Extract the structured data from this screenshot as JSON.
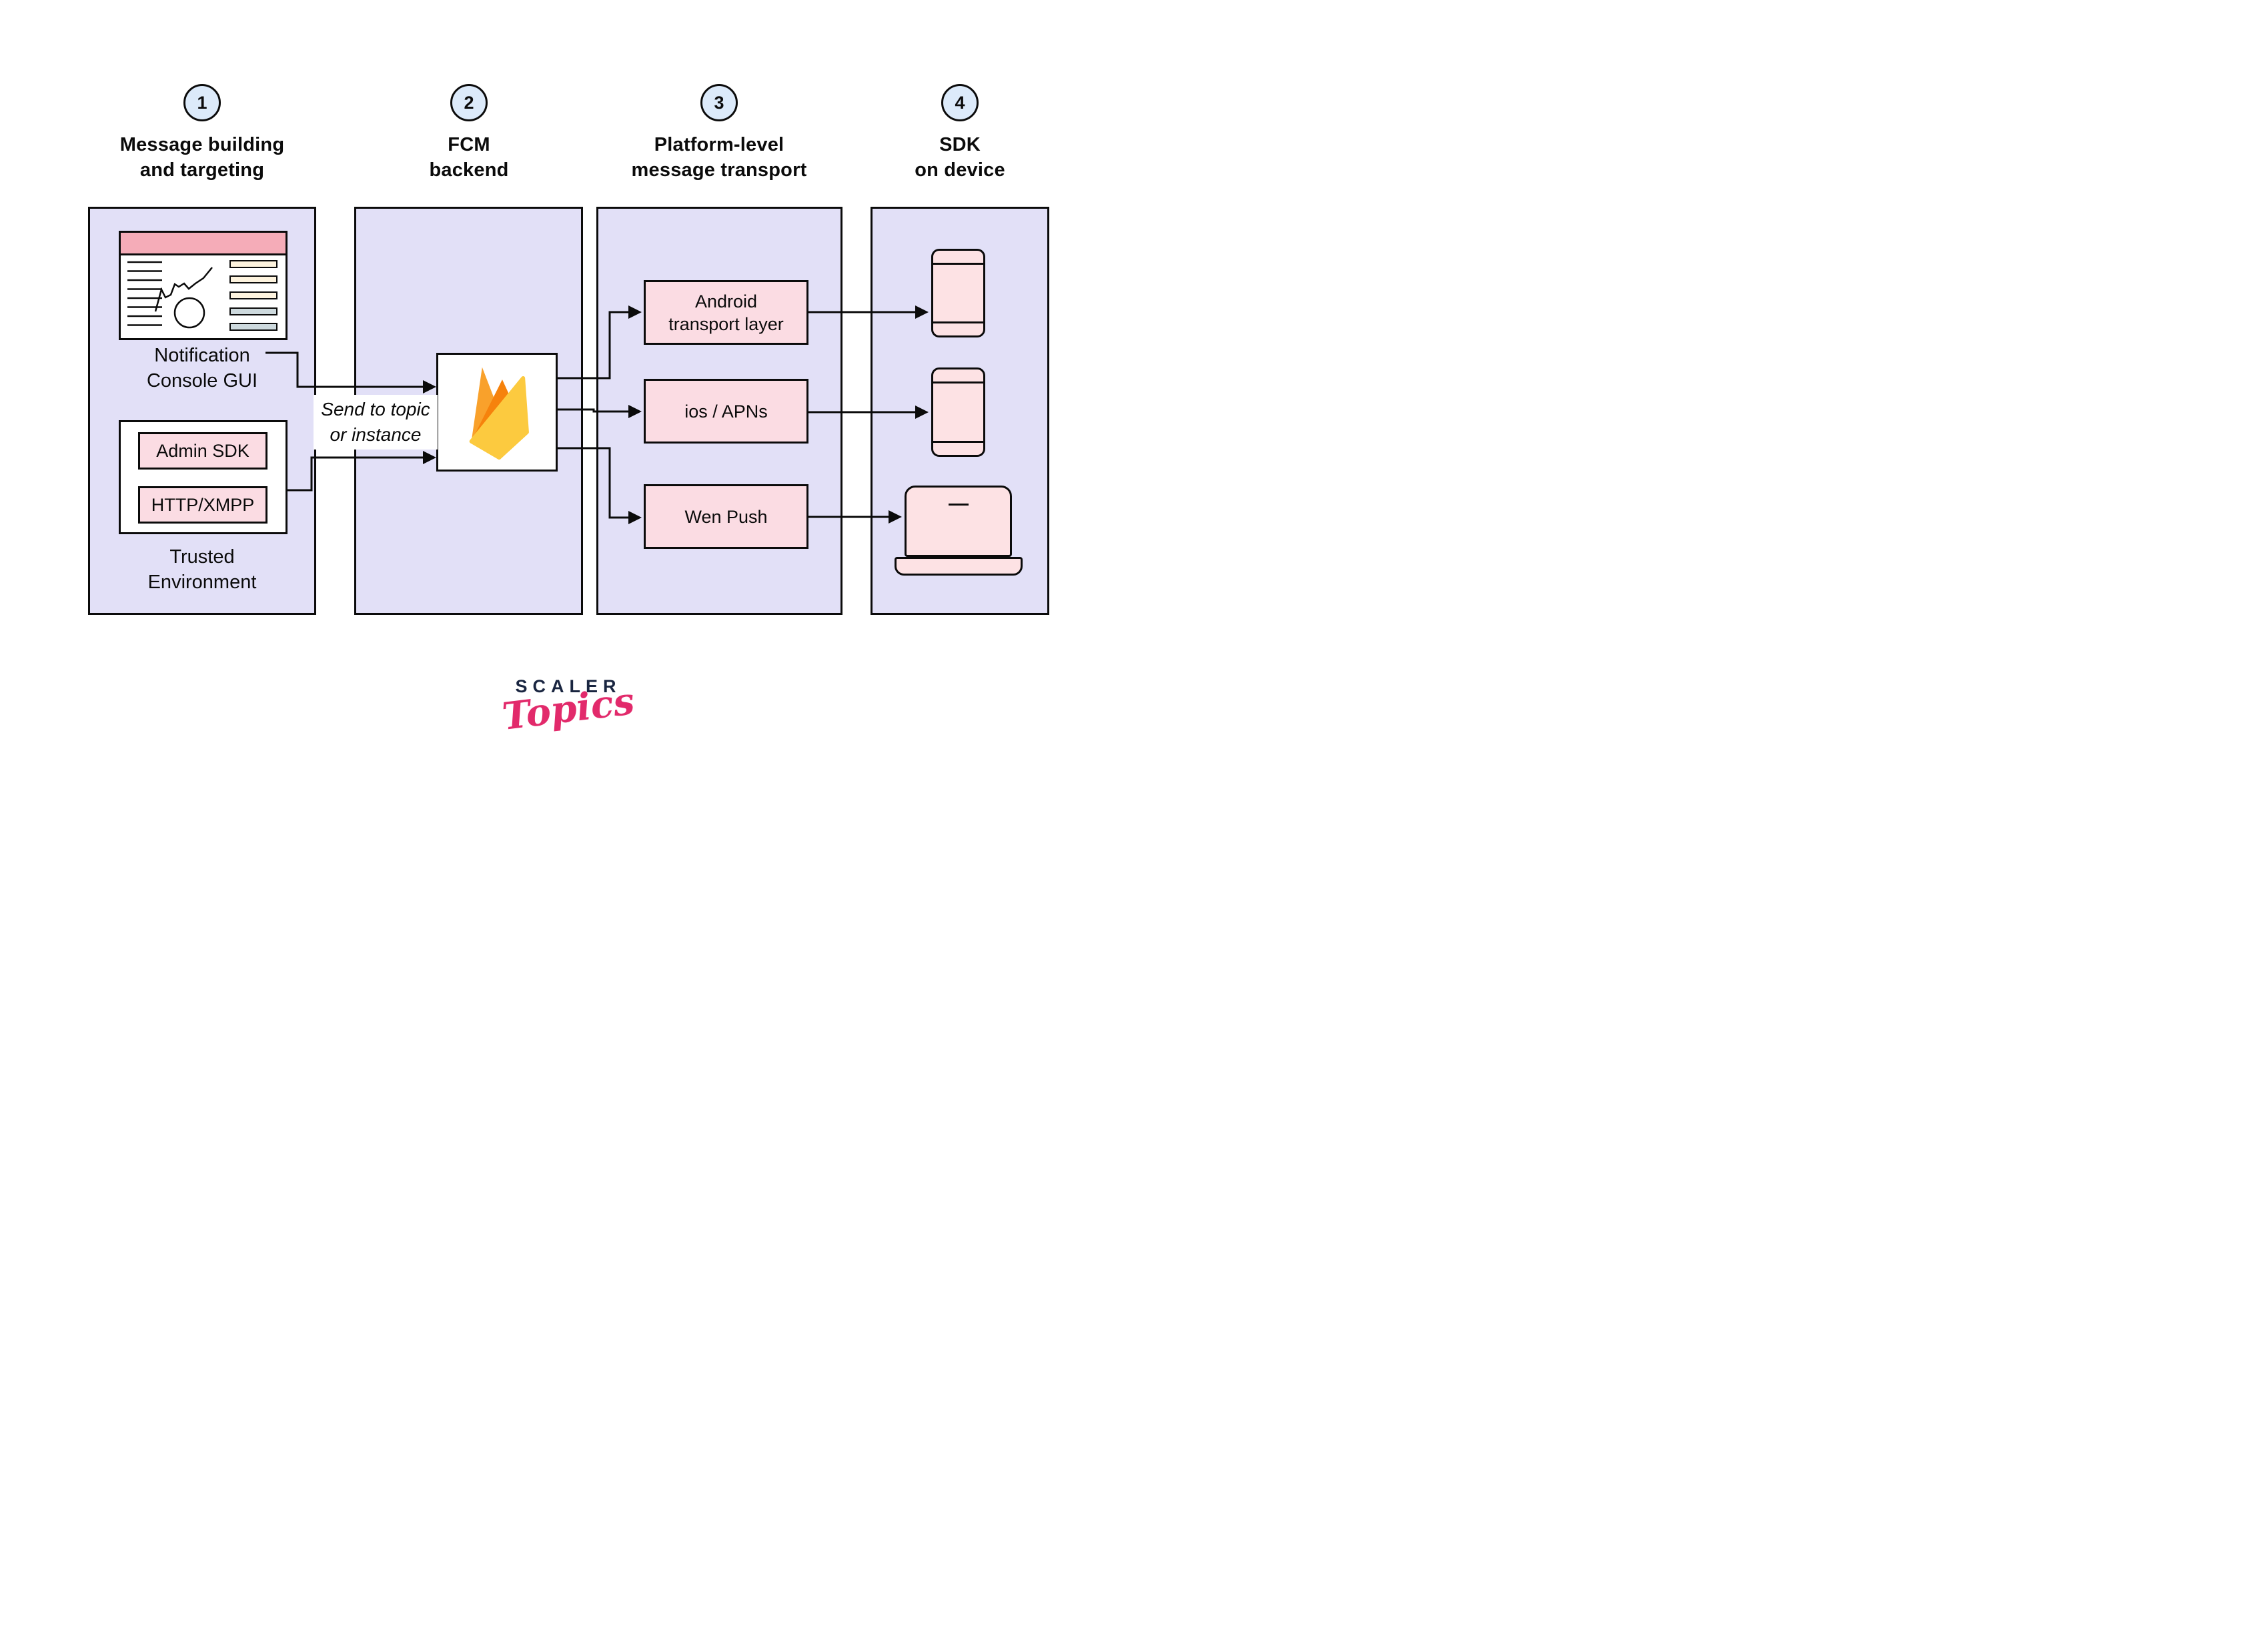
{
  "columns": [
    {
      "number": "1",
      "title": "Message building\nand targeting"
    },
    {
      "number": "2",
      "title": "FCM\nbackend"
    },
    {
      "number": "3",
      "title": "Platform-level\nmessage transport"
    },
    {
      "number": "4",
      "title": "SDK\non device"
    }
  ],
  "panel1": {
    "console_label": "Notification\nConsole GUI",
    "admin_sdk": "Admin SDK",
    "http_xmpp": "HTTP/XMPP",
    "trusted_label": "Trusted\nEnvironment"
  },
  "flow_label": "Send to topic\nor instance",
  "transports": [
    {
      "label": "Android\ntransport layer"
    },
    {
      "label": "ios / APNs"
    },
    {
      "label": "Wen Push"
    }
  ],
  "logo": {
    "brand": "SCALER",
    "sub": "Topics"
  },
  "icons": {
    "console_gui": "console-gui-icon",
    "firebase": "firebase-flame-icon",
    "phone": "smartphone-icon",
    "laptop": "laptop-icon"
  },
  "colors": {
    "panel": "#e2e0f7",
    "pink_box": "#fbdce3",
    "device_pink": "#fde2e4",
    "console_header_pink": "#f5acb8",
    "circle_blue": "#dceafa",
    "bar_cream": "#fdf3de",
    "bar_gray": "#cdd9dd",
    "firebase_orange": "#f9a12b",
    "firebase_dark_orange": "#f6820c",
    "firebase_yellow": "#fcca3f",
    "logo_navy": "#192540",
    "logo_pink": "#e22a6b",
    "ink": "#0b0b0b"
  }
}
